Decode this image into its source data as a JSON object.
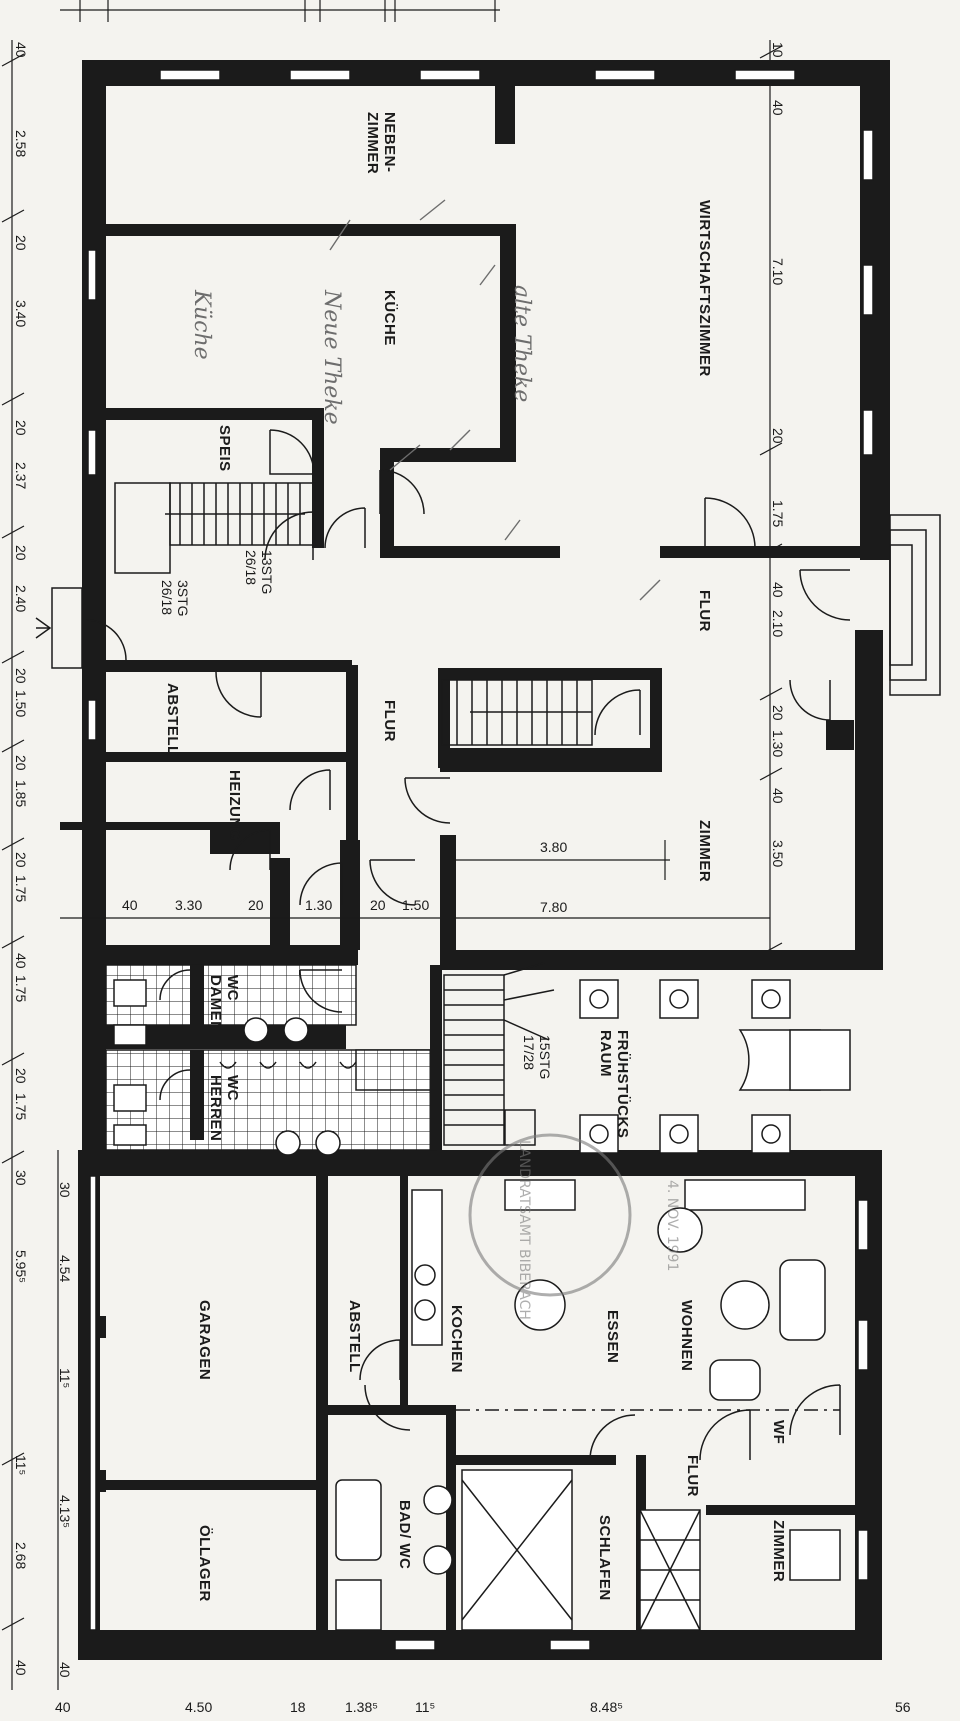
{
  "rooms": {
    "nebenzimmer": "NEBEN-\nZIMMER",
    "wirtschaftszimmer": "WIRTSCHAFTSZIMMER",
    "kueche": "KÜCHE",
    "speis": "SPEIS",
    "flur_top": "FLUR",
    "flur_mid": "FLUR",
    "abstell_top": "ABSTELL",
    "heizung": "HEIZUNG",
    "zimmer_mid": "ZIMMER",
    "wc_damen": "WC\nDAMEN",
    "wc_herren": "WC\nHERREN",
    "fruehstuecksraum": "FRÜHSTÜCKS\nRAUM",
    "garagen": "GARAGEN",
    "abstell_bottom": "ABSTELL",
    "kochen": "KOCHEN",
    "essen": "ESSEN",
    "wohnen": "WOHNEN",
    "wf": "WF",
    "flur_bottom": "FLUR",
    "oellager": "ÖLLAGER",
    "bad_wc": "BAD/ WC",
    "schlafen": "SCHLAFEN",
    "zimmer_bottom": "ZIMMER"
  },
  "stairs": {
    "s1": "13STG\n26/18",
    "s2": "3STG\n26/18",
    "s3": "15STG\n17/28"
  },
  "handwritten": {
    "kueche_old": "Küche",
    "neue_theke": "Neue Theke",
    "alte_theke": "alte Theke"
  },
  "stamp": {
    "text": "LANDRATSAMT BIBERACH",
    "date": "4. NOV. 1991"
  },
  "dims_left": [
    "40",
    "2.58",
    "20",
    "3.40",
    "20",
    "2.37",
    "20",
    "2.40",
    "20",
    "1.50",
    "20",
    "1.85",
    "20",
    "1.75",
    "40",
    "1.75",
    "20",
    "1.75",
    "30",
    "5.95⁵",
    "11⁵",
    "2.68",
    "40"
  ],
  "dims_left_inner": [
    "30",
    "4.54",
    "11⁵",
    "4.13⁵",
    "40"
  ],
  "dims_right": [
    "10",
    "40",
    "7.10",
    "20",
    "1.75",
    "40",
    "2.10",
    "20",
    "1.30",
    "40",
    "3.50"
  ],
  "dims_inner": {
    "d40": "40",
    "d330": "3.30",
    "d20a": "20",
    "d130": "1.30",
    "d20b": "20",
    "d150": "1.50",
    "d380": "3.80",
    "d780": "7.80"
  },
  "dims_bottom": [
    "40",
    "4.50",
    "18",
    "1.38⁵",
    "11⁵",
    "8.48⁵",
    "56"
  ]
}
